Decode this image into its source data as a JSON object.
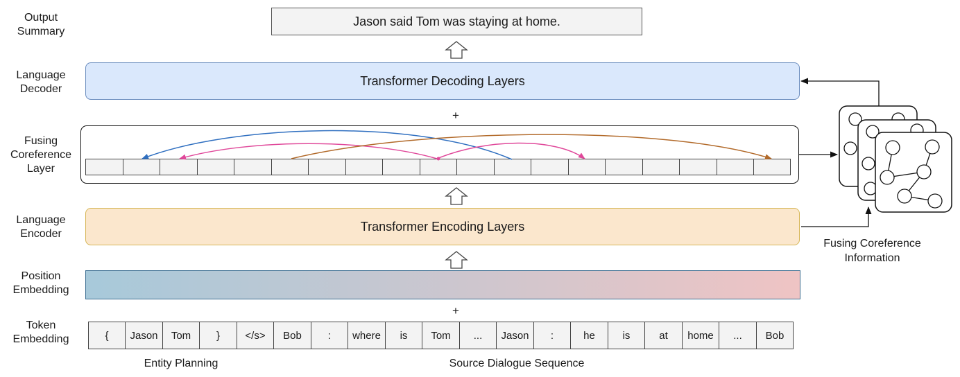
{
  "labels": {
    "output_summary": "Output\nSummary",
    "language_decoder": "Language\nDecoder",
    "fusing_layer": "Fusing\nCoreference\nLayer",
    "language_encoder": "Language\nEncoder",
    "position_embedding": "Position\nEmbedding",
    "token_embedding": "Token\nEmbedding"
  },
  "summary_text": "Jason said Tom was staying at home.",
  "decoder_text": "Transformer Decoding Layers",
  "encoder_text": "Transformer Encoding Layers",
  "plus_sign": "+",
  "tokens": [
    "{",
    "Jason",
    "Tom",
    "}",
    "</s>",
    "Bob",
    ":",
    "where",
    "is",
    "Tom",
    "...",
    "Jason",
    ":",
    "he",
    "is",
    "at",
    "home",
    "...",
    "Bob"
  ],
  "captions": {
    "entity_planning": "Entity Planning",
    "source_dialogue": "Source Dialogue Sequence",
    "fusing_info": "Fusing Coreference\nInformation"
  },
  "colors": {
    "blue_arc": "#2f6fc0",
    "pink_arc": "#e0489a",
    "brown_arc": "#b26a2a"
  }
}
